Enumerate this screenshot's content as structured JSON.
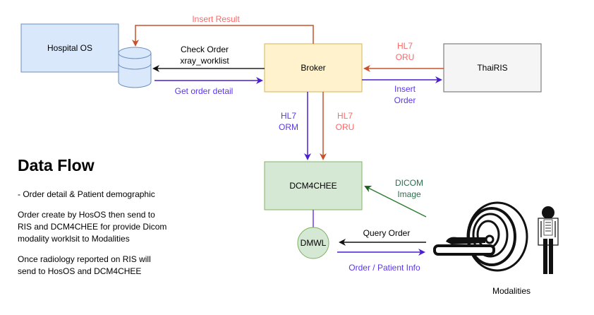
{
  "colors": {
    "red": "#c8502a",
    "red_text": "#ff6666",
    "blue": "#5b22d6",
    "blue_text": "#5a35f0",
    "black": "#222222",
    "green": "#2e7d32",
    "green_text": "#2e6e4e",
    "hospital_fill": "#dae8fc",
    "hospital_stroke": "#6c8ebf",
    "broker_fill": "#fff2cc",
    "broker_stroke": "#d6b656",
    "thairis_fill": "#f5f5f5",
    "thairis_stroke": "#666666",
    "dcm_fill": "#d5e8d4",
    "dcm_stroke": "#82b366"
  },
  "nodes": {
    "hospital_os": "Hospital OS",
    "database": "database-cylinder",
    "broker": "Broker",
    "thairis": "ThaiRIS",
    "dcm4chee": "DCM4CHEE",
    "dmwl": "DMWL",
    "modalities": "Modalities"
  },
  "edges": {
    "insert_result": "Insert Result",
    "check_order_1": "Check Order",
    "check_order_2": "xray_worklist",
    "get_order_detail": "Get order detail",
    "hl7_oru_top_1": "HL7",
    "hl7_oru_top_2": "ORU",
    "insert_order_1": "Insert",
    "insert_order_2": "Order",
    "hl7_orm_1": "HL7",
    "hl7_orm_2": "ORM",
    "hl7_oru_down_1": "HL7",
    "hl7_oru_down_2": "ORU",
    "dicom_image_1": "DICOM",
    "dicom_image_2": "Image",
    "query_order": "Query Order",
    "order_patient_info": "Order / Patient Info"
  },
  "description": {
    "title": "Data Flow",
    "line1": "- Order detail & Patient demographic",
    "para2_line1": "Order create by HosOS then send to",
    "para2_line2": "RIS and DCM4CHEE for provide Dicom",
    "para2_line3": "modality worklsit to Modalities",
    "para3_line1": "Once radiology reported on RIS will",
    "para3_line2": "send to HosOS and DCM4CHEE"
  },
  "icons": {
    "mri_scanner": "mri-scanner-icon",
    "xray_person": "xray-person-icon"
  }
}
